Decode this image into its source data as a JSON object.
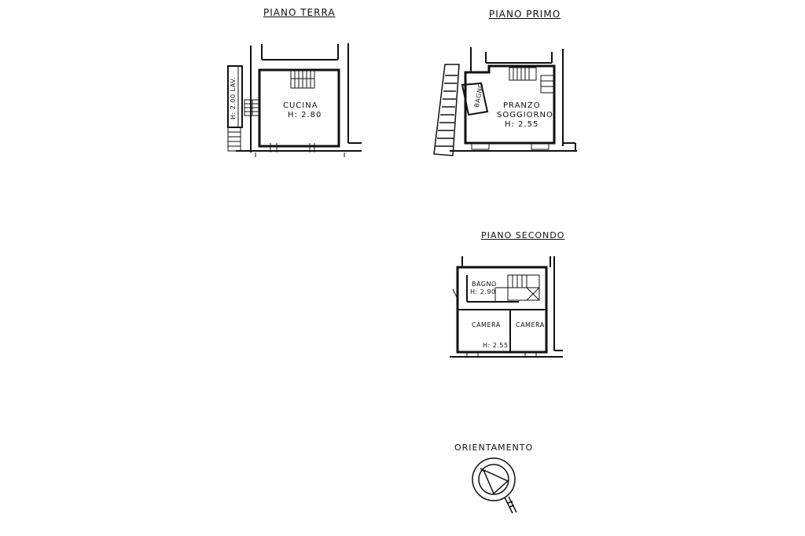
{
  "floors": {
    "ground": {
      "title": "PIANO TERRA",
      "rooms": {
        "kitchen": "CUCINA",
        "kitchen_height": "H: 2.80",
        "side_label": "H: 2.00  LAV."
      }
    },
    "first": {
      "title": "PIANO PRIMO",
      "rooms": {
        "living_1": "PRANZO",
        "living_2": "SOGGIORNO",
        "living_height": "H: 2.55",
        "bath": "BAGNO"
      }
    },
    "second": {
      "title": "PIANO SECONDO",
      "rooms": {
        "bath": "BAGNO",
        "bath_height": "H: 2.90",
        "bedroom_left": "CAMERA",
        "bedroom_right": "CAMERA",
        "bedroom_height": "H: 2.55"
      }
    }
  },
  "orientation": {
    "label": "ORIENTAMENTO"
  },
  "colors": {
    "ink": "#111111",
    "paper": "#ffffff"
  }
}
